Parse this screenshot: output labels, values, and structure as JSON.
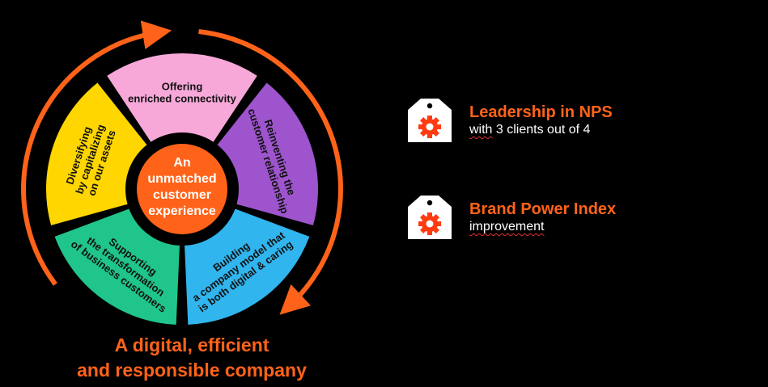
{
  "center": {
    "lines": [
      "An",
      "unmatched",
      "customer",
      "experience"
    ]
  },
  "segments": {
    "pink": {
      "lines": [
        "Offering",
        "enriched connectivity"
      ],
      "color": "#f7a8d8"
    },
    "purple": {
      "lines": [
        "Reinventing the",
        "customer relationship"
      ],
      "color": "#9d54cc"
    },
    "blue": {
      "lines": [
        "Building",
        "a company model that",
        "is both digital & caring"
      ],
      "color": "#30b5ee"
    },
    "green": {
      "lines": [
        "Supporting",
        "the transformation",
        "of business customers"
      ],
      "color": "#1fc58a"
    },
    "yellow": {
      "lines": [
        "Diversifying",
        "by capitalizing",
        "on our assets"
      ],
      "color": "#ffd600"
    }
  },
  "colors": {
    "accent": "#ff6319",
    "center": "#ff6319"
  },
  "bottom": {
    "line1": "A digital, efficient",
    "line2": "and responsible company"
  },
  "kpis": [
    {
      "icon": "gear-tag-icon",
      "title": "Leadership in NPS",
      "sub_prefix": "with",
      "sub_rest": " 3 clients out of 4"
    },
    {
      "icon": "gear-tag-icon",
      "title": "Brand Power Index",
      "sub_prefix": "improvement",
      "sub_rest": ""
    }
  ]
}
